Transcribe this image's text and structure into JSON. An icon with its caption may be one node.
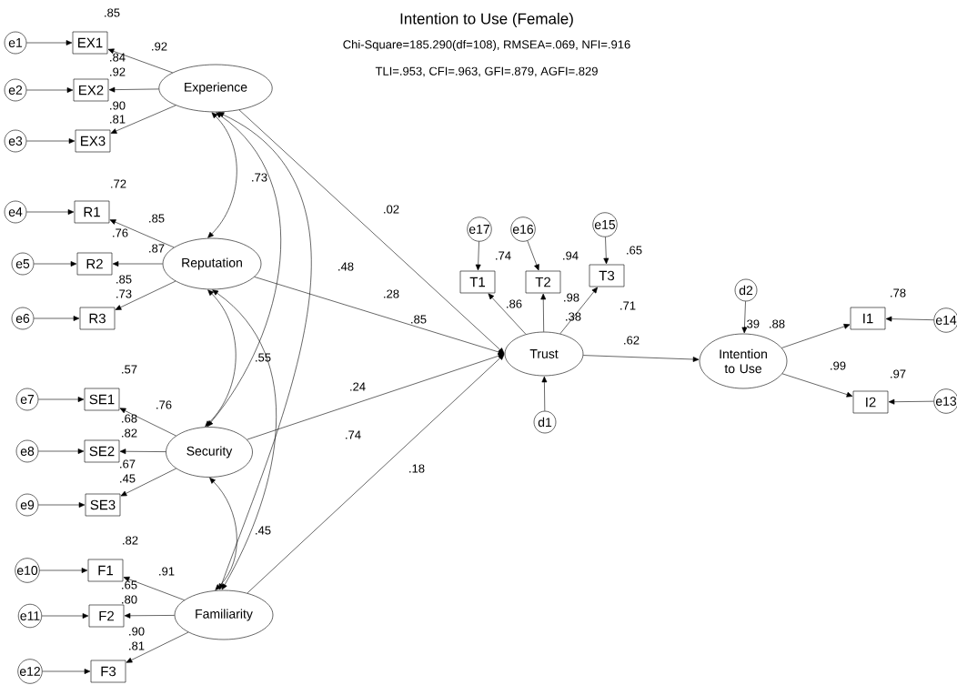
{
  "diagram": {
    "title": "Intention to Use (Female)",
    "nodes": [
      {
        "text": [
          "e1"
        ]
      },
      {
        "text": [
          "EX1"
        ]
      },
      {
        "text": [
          "e2"
        ]
      },
      {
        "text": [
          "EX2"
        ]
      },
      {
        "text": [
          "e3"
        ]
      },
      {
        "text": [
          "EX3"
        ]
      },
      {
        "text": [
          "Experience"
        ]
      },
      {
        "text": [
          "e4"
        ]
      },
      {
        "text": [
          "R1"
        ]
      },
      {
        "text": [
          "e5"
        ]
      },
      {
        "text": [
          "R2"
        ]
      },
      {
        "text": [
          "e6"
        ]
      },
      {
        "text": [
          "R3"
        ]
      },
      {
        "text": [
          "Reputation"
        ]
      },
      {
        "text": [
          "e7"
        ]
      },
      {
        "text": [
          "SE1"
        ]
      },
      {
        "text": [
          "e8"
        ]
      },
      {
        "text": [
          "SE2"
        ]
      },
      {
        "text": [
          "e9"
        ]
      },
      {
        "text": [
          "SE3"
        ]
      },
      {
        "text": [
          "Security"
        ]
      },
      {
        "text": [
          "e10"
        ]
      },
      {
        "text": [
          "F1"
        ]
      },
      {
        "text": [
          "e11"
        ]
      },
      {
        "text": [
          "F2"
        ]
      },
      {
        "text": [
          "e12"
        ]
      },
      {
        "text": [
          "F3"
        ]
      },
      {
        "text": [
          "Familiarity"
        ]
      },
      {
        "text": [
          "e17"
        ]
      },
      {
        "text": [
          "T1"
        ]
      },
      {
        "text": [
          "e16"
        ]
      },
      {
        "text": [
          "T2"
        ]
      },
      {
        "text": [
          "e15"
        ]
      },
      {
        "text": [
          "T3"
        ]
      },
      {
        "text": [
          "Trust"
        ]
      },
      {
        "text": [
          "d1"
        ]
      },
      {
        "text": [
          "d2"
        ]
      },
      {
        "text": [
          "Intention to Use"
        ]
      },
      {
        "text": [
          "I1"
        ]
      },
      {
        "text": [
          "e14"
        ]
      },
      {
        "text": [
          "I2"
        ]
      },
      {
        "text": [
          "e13"
        ]
      }
    ],
    "edges": [
      {
        "from": 0,
        "to": 1,
        "arrow": "to"
      },
      {
        "from": 2,
        "to": 3,
        "arrow": "to"
      },
      {
        "from": 4,
        "to": 5,
        "arrow": "to"
      },
      {
        "from": 6,
        "to": 1,
        "arrow": "to"
      },
      {
        "from": 6,
        "to": 3,
        "arrow": "to"
      },
      {
        "from": 6,
        "to": 5,
        "arrow": "to"
      },
      {
        "from": 7,
        "to": 8,
        "arrow": "to"
      },
      {
        "from": 9,
        "to": 10,
        "arrow": "to"
      },
      {
        "from": 11,
        "to": 12,
        "arrow": "to"
      },
      {
        "from": 13,
        "to": 8,
        "arrow": "to"
      },
      {
        "from": 13,
        "to": 10,
        "arrow": "to"
      },
      {
        "from": 13,
        "to": 12,
        "arrow": "to"
      },
      {
        "from": 14,
        "to": 15,
        "arrow": "to"
      },
      {
        "from": 16,
        "to": 17,
        "arrow": "to"
      },
      {
        "from": 18,
        "to": 19,
        "arrow": "to"
      },
      {
        "from": 20,
        "to": 15,
        "arrow": "to"
      },
      {
        "from": 20,
        "to": 17,
        "arrow": "to"
      },
      {
        "from": 20,
        "to": 19,
        "arrow": "to"
      },
      {
        "from": 21,
        "to": 22,
        "arrow": "to"
      },
      {
        "from": 23,
        "to": 24,
        "arrow": "to"
      },
      {
        "from": 25,
        "to": 26,
        "arrow": "to"
      },
      {
        "from": 27,
        "to": 22,
        "arrow": "to"
      },
      {
        "from": 27,
        "to": 24,
        "arrow": "to"
      },
      {
        "from": 27,
        "to": 26,
        "arrow": "to"
      },
      {
        "from": 6,
        "to": 13,
        "arrow": "both"
      },
      {
        "from": 6,
        "to": 20,
        "arrow": "both"
      },
      {
        "from": 6,
        "to": 27,
        "arrow": "both"
      },
      {
        "from": 13,
        "to": 20,
        "arrow": "both"
      },
      {
        "from": 13,
        "to": 27,
        "arrow": "both"
      },
      {
        "from": 20,
        "to": 27,
        "arrow": "both"
      },
      {
        "from": 6,
        "to": 34,
        "arrow": "to"
      },
      {
        "from": 13,
        "to": 34,
        "arrow": "to"
      },
      {
        "from": 20,
        "to": 34,
        "arrow": "to"
      },
      {
        "from": 27,
        "to": 34,
        "arrow": "to"
      },
      {
        "from": 28,
        "to": 29,
        "arrow": "to"
      },
      {
        "from": 30,
        "to": 31,
        "arrow": "to"
      },
      {
        "from": 32,
        "to": 33,
        "arrow": "to"
      },
      {
        "from": 34,
        "to": 29,
        "arrow": "to"
      },
      {
        "from": 34,
        "to": 31,
        "arrow": "to"
      },
      {
        "from": 34,
        "to": 33,
        "arrow": "to"
      },
      {
        "from": 35,
        "to": 34,
        "arrow": "to"
      },
      {
        "from": 34,
        "to": 37,
        "arrow": "to"
      },
      {
        "from": 36,
        "to": 37,
        "arrow": "to"
      },
      {
        "from": 37,
        "to": 38,
        "arrow": "to"
      },
      {
        "from": 37,
        "to": 40,
        "arrow": "to"
      },
      {
        "from": 39,
        "to": 38,
        "arrow": "to"
      },
      {
        "from": 41,
        "to": 40,
        "arrow": "to"
      }
    ],
    "labels": [
      "Chi-Square=185.290(df=108), RMSEA=.069, NFI=.916",
      "TLI=.953, CFI=.963, GFI=.879, AGFI=.829",
      ".85",
      ".92",
      ".84",
      ".92",
      ".90",
      ".81",
      ".73",
      ".72",
      ".85",
      ".76",
      ".87",
      ".02",
      ".85",
      ".73",
      ".48",
      ".28",
      ".74",
      ".94",
      ".65",
      ".86",
      ".98",
      ".71",
      ".38",
      ".62",
      ".39",
      ".88",
      ".78",
      ".99",
      ".97",
      ".85",
      ".55",
      ".24",
      ".57",
      ".76",
      ".68",
      ".82",
      ".74",
      ".67",
      ".45",
      ".18",
      ".45",
      ".82",
      ".91",
      ".65",
      ".80",
      ".90",
      ".81"
    ]
  }
}
